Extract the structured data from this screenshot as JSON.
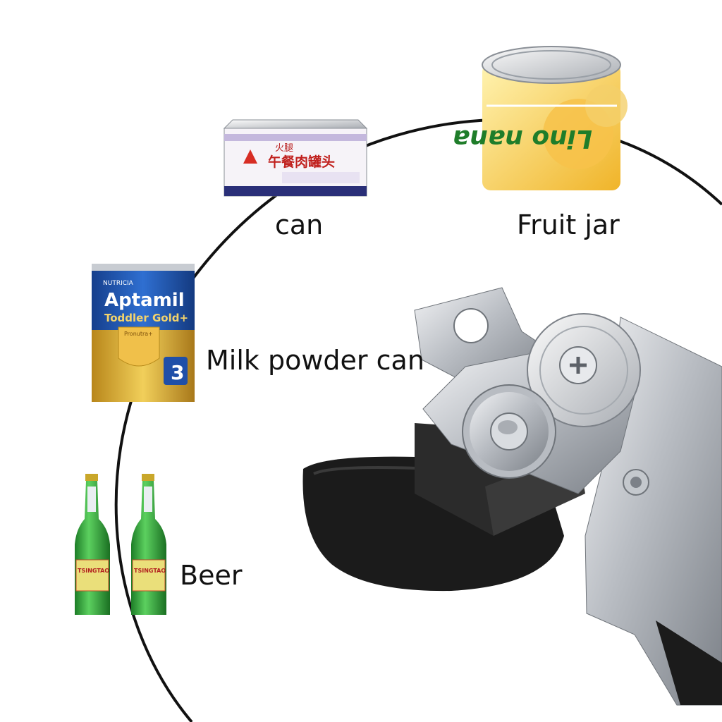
{
  "labels": {
    "can": "can",
    "fruit_jar": "Fruit jar",
    "milk_powder_can": "Milk powder can",
    "beer": "Beer"
  },
  "product_print": {
    "meat_can_brand": "火腿",
    "meat_can_name": "午餐肉罐头",
    "milk_brand": "NUTRICIA",
    "milk_name": "Aptamil",
    "milk_sub": "Toddler Gold+",
    "milk_badge": "Pronutra+",
    "milk_stage": "3",
    "fruit_brand": "Lino nana",
    "beer_brand": "TSINGTAO"
  },
  "colors": {
    "background": "#ffffff",
    "circle_line": "#111111",
    "label_text": "#111111",
    "handle": "#1b1b1b",
    "steel": "#c9ccd0",
    "beer_green": "#2fa43a",
    "milk_blue": "#1f4fa8",
    "milk_gold": "#d8a72a"
  }
}
